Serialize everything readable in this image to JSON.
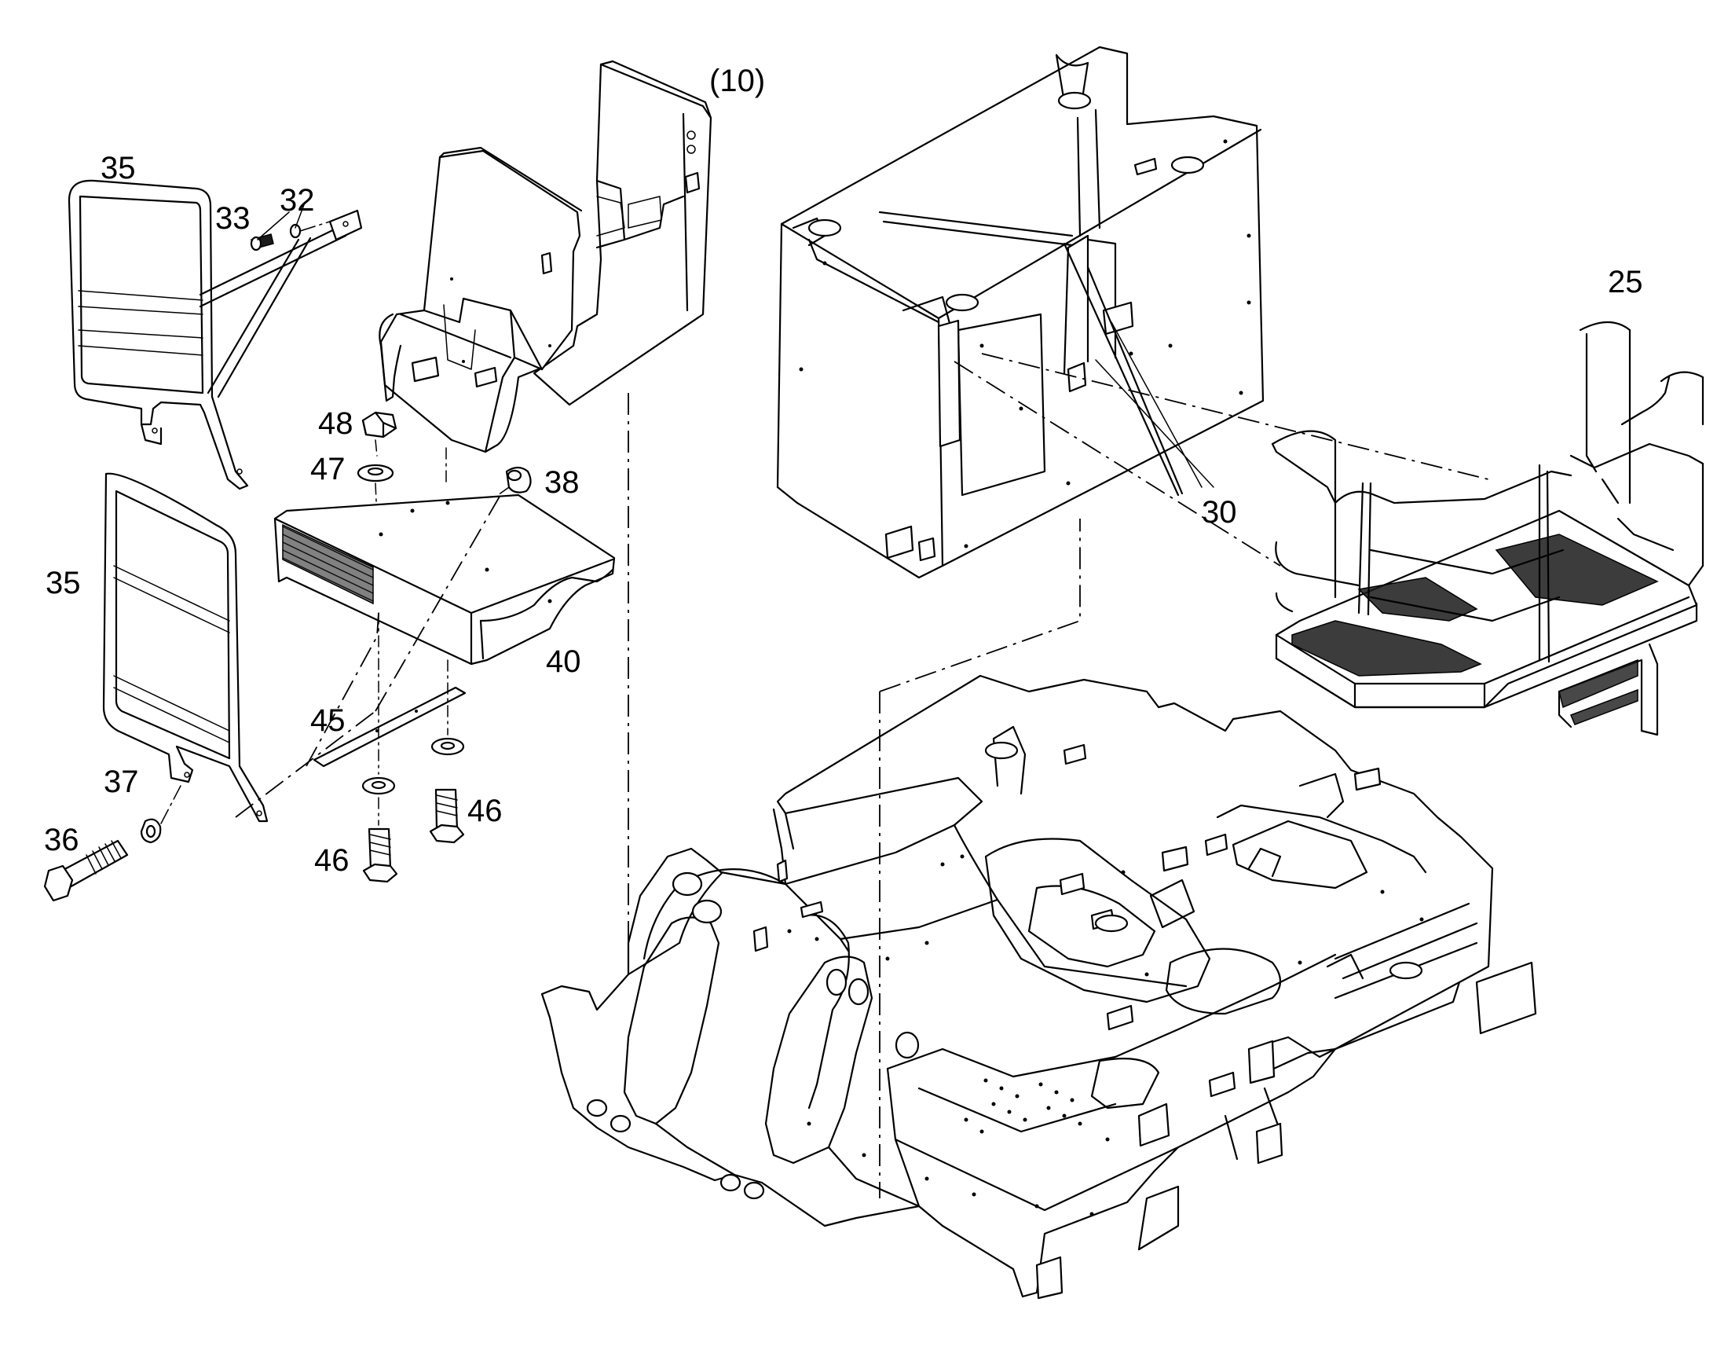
{
  "labels": {
    "ref_10": "(10)",
    "p35_upper": "35",
    "p33": "33",
    "p32": "32",
    "p25": "25",
    "p48": "48",
    "p47": "47",
    "p38": "38",
    "p30": "30",
    "p35_lower": "35",
    "p40": "40",
    "p45": "45",
    "p37": "37",
    "p46_right": "46",
    "p36": "36",
    "p46_left": "46"
  },
  "colors": {
    "line": "#000000",
    "background": "#ffffff",
    "grating": "#1a1a1a"
  }
}
